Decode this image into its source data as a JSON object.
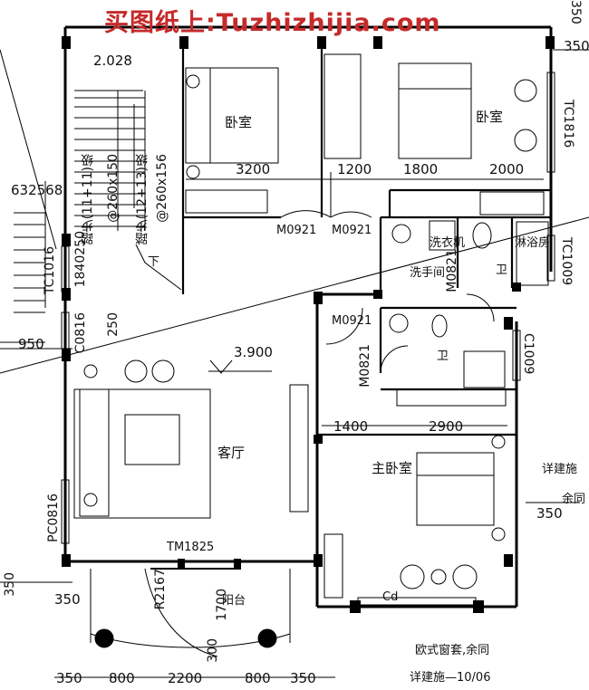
{
  "watermark": "买图纸上:Tuzhizhijia.com",
  "rooms": {
    "bedroom_left": "卧室",
    "bedroom_right": "卧室",
    "living_room": "客厅",
    "master_bedroom": "主卧室",
    "washroom": "洗手间",
    "bath_upper": "卫",
    "bath_lower": "卫",
    "shower": "淋浴房",
    "washer": "洗衣机",
    "balcony": "阳台",
    "stair_down": "下"
  },
  "levels": {
    "stair_landing": "2.028",
    "living_floor": "3.900"
  },
  "dimensions": {
    "top_right_350": "350",
    "right_350": "350",
    "d3200": "3200",
    "d1200": "1200",
    "d1800": "1800",
    "d2000": "2000",
    "d632568": "632568",
    "d950": "950",
    "d1400": "1400",
    "d2900": "2900",
    "d350_mid_right": "350",
    "d350_left_low": "350",
    "d350_balcony_left": "350",
    "d1700": "1700",
    "d300": "300",
    "b350a": "350",
    "b800a": "800",
    "b2200": "2200",
    "b800b": "800",
    "b350b": "350",
    "d1840250": "1840250",
    "d250": "250"
  },
  "openings": {
    "m0921_a": "M0921",
    "m0921_b": "M0921",
    "m0921_c": "M0921",
    "m0821_a": "M0821",
    "m0821_b": "M0821",
    "tm1825": "TM1825",
    "r2167": "R2167",
    "tc1816": "TC1816",
    "tc1009": "TC1009",
    "c1009": "C1009",
    "tc1016": "TC1016",
    "c0816": "C0816",
    "pc0816": "PC0816"
  },
  "stair_notes": {
    "a": "踏步(11+11)级",
    "b": "@260x150",
    "c": "踏步(12+13)级",
    "d": "@260x156"
  },
  "notes": {
    "see_construction_a": "详建施",
    "remaining_same": "余同",
    "euro_window": "欧式窗套,余同",
    "see_construction_b": "详建施—10/06",
    "cd": "Cd"
  }
}
